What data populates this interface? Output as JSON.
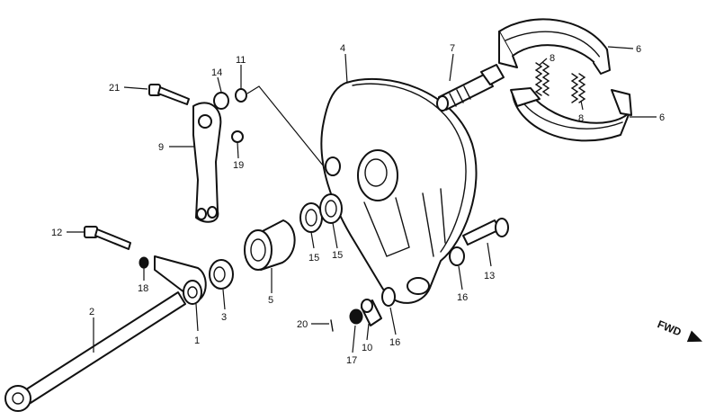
{
  "callouts": [
    "1",
    "2",
    "3",
    "4",
    "5",
    "6",
    "6",
    "7",
    "8",
    "8",
    "9",
    "10",
    "11",
    "12",
    "13",
    "14",
    "15",
    "15",
    "16",
    "16",
    "17",
    "18",
    "19",
    "20",
    "21"
  ],
  "direction_label": "FWD"
}
